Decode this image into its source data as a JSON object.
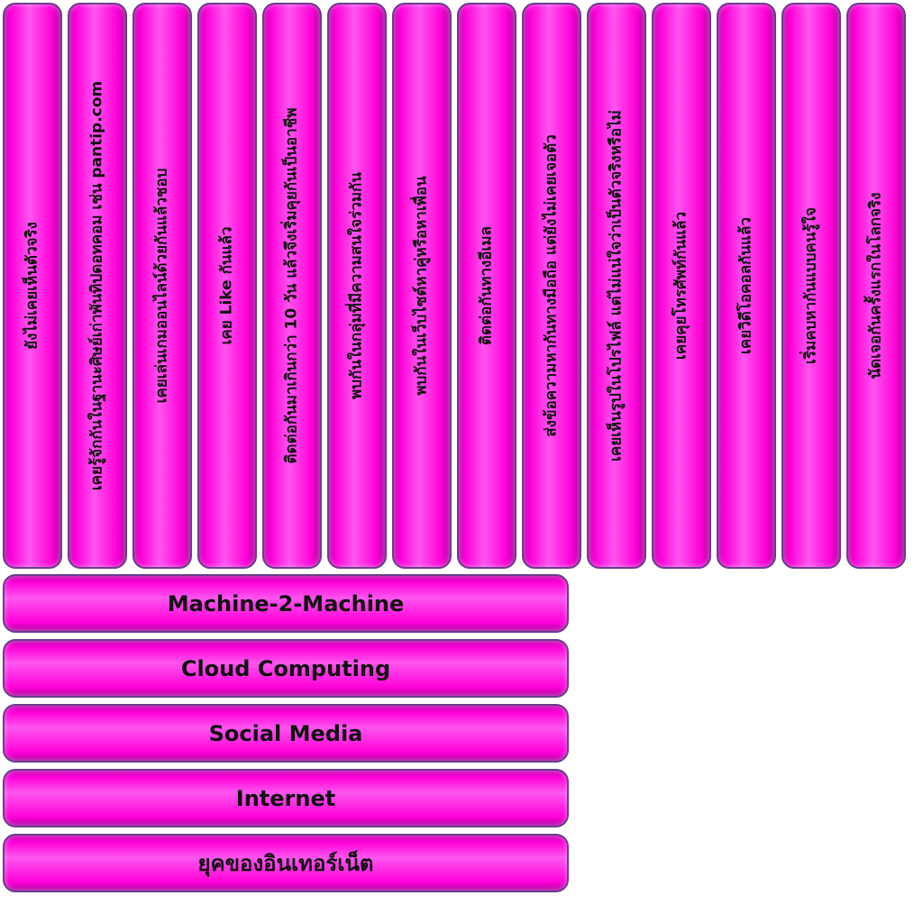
{
  "columns": [
    {
      "label": "ยังไม่เคยเห็นตัวจริง"
    },
    {
      "label": "เคยรู้จักกันในฐานะศิษย์เก่าพันทิปดอทคอม เช่น pantip.com"
    },
    {
      "label": "เคยเล่นเกมออนไลน์ด้วยกันแล้วชอบ"
    },
    {
      "label": "เคย Like กันแล้ว"
    },
    {
      "label": "ติดต่อกันมาเกินกว่า 10 วัน แล้วจึงเริ่มคุยกันเป็นอาชีพ"
    },
    {
      "label": "พบกันในกลุ่มที่มีความสนใจร่วมกัน"
    },
    {
      "label": "พบกันในเว็บไซต์หาคู่หรือหาเพื่อน"
    },
    {
      "label": "ติดต่อกันทางอีเมล"
    },
    {
      "label": "ส่งข้อความหากันทางมือถือ แต่ยังไม่เคยเจอตัว"
    },
    {
      "label": "เคยเห็นรูปในโปรไฟล์ แต่ไม่แน่ใจว่าเป็นตัวจริงหรือไม่"
    },
    {
      "label": "เคยคุยโทรศัพท์กันแล้ว"
    },
    {
      "label": "เคยวิดีโอคอลกันแล้ว"
    },
    {
      "label": "เริ่มคบหากันแบบคนรู้ใจ"
    },
    {
      "label": "นัดเจอกันครั้งแรกในโลกจริง"
    }
  ],
  "rows": [
    {
      "label": "Machine-2-Machine"
    },
    {
      "label": "Cloud Computing"
    },
    {
      "label": "Social Media"
    },
    {
      "label": "Internet"
    },
    {
      "label": "ยุคของอินเทอร์เน็ต"
    }
  ]
}
